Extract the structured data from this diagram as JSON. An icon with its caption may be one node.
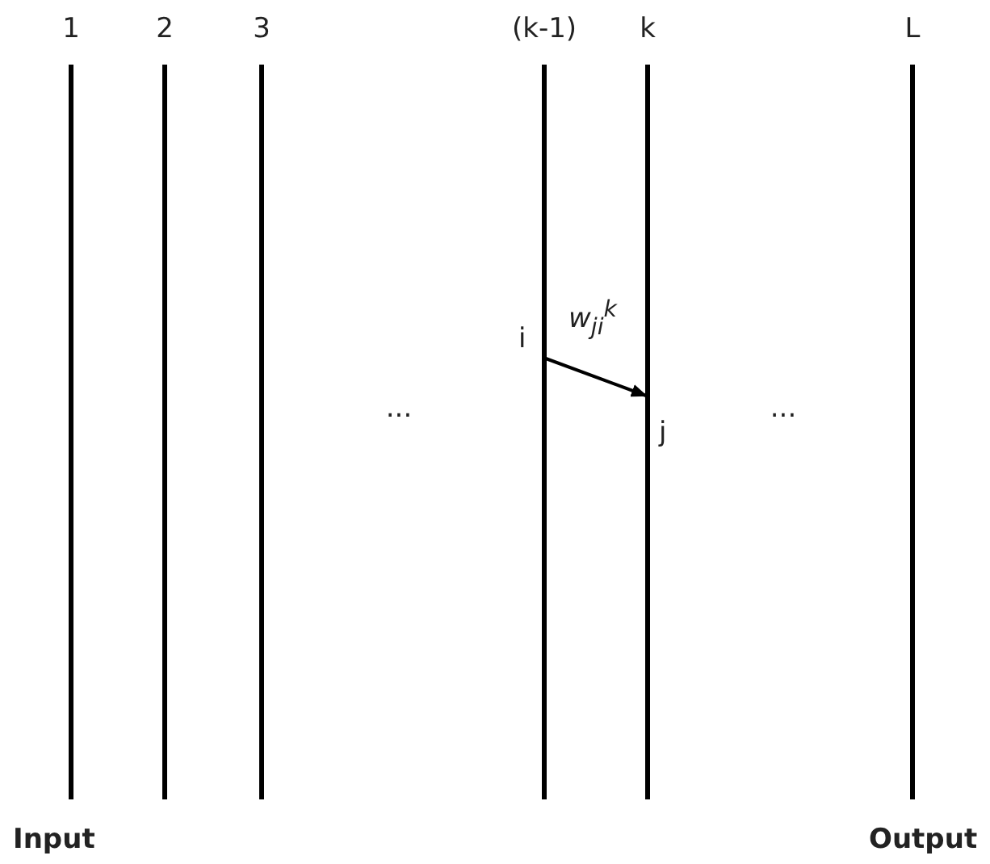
{
  "diagram": {
    "nodes": [
      {
        "text": [
          "i"
        ]
      },
      {
        "text": [
          "j"
        ]
      }
    ],
    "edges": [
      {
        "from": 0,
        "to": 1,
        "arrow": "to",
        "label": "w$_{ji}$$^{k}$"
      }
    ],
    "labels": [
      "1",
      "2",
      "3",
      "(k-1)",
      "k",
      "L",
      "...",
      "...",
      "Input",
      "Output"
    ]
  }
}
